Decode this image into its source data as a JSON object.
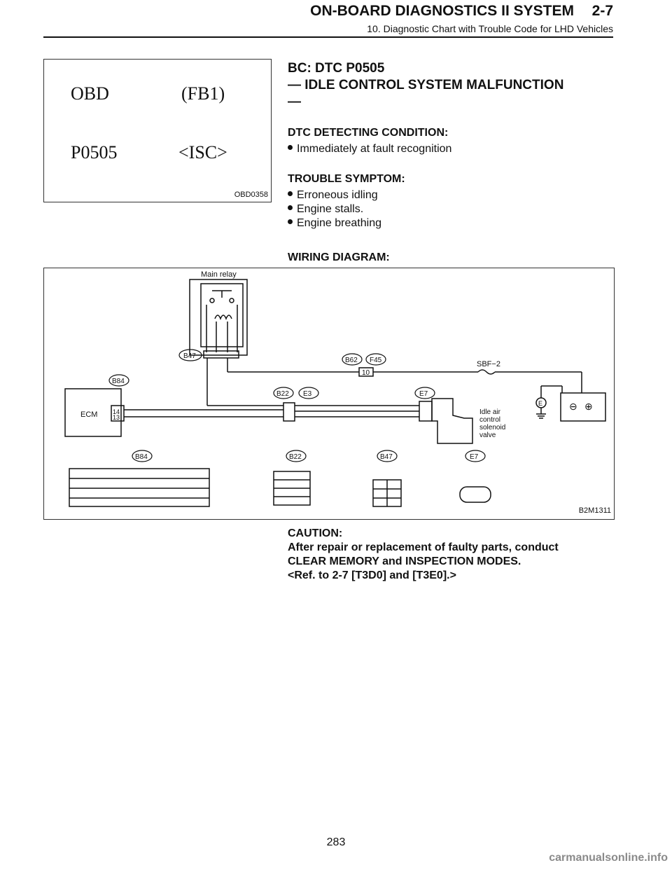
{
  "header": {
    "title": "ON-BOARD DIAGNOSTICS II SYSTEM",
    "section": "2-7",
    "subtitle": "10. Diagnostic Chart with Trouble Code for LHD Vehicles"
  },
  "display_box": {
    "line1_left": "OBD",
    "line1_right": "(FB1)",
    "line2_left": "P0505",
    "line2_right": "<ISC>",
    "ref": "OBD0358"
  },
  "heading": {
    "line1": "BC: DTC P0505",
    "line2": "— IDLE CONTROL SYSTEM MALFUNCTION",
    "line3": "—"
  },
  "detecting": {
    "title": "DTC DETECTING CONDITION:",
    "items": [
      "Immediately at fault recognition"
    ]
  },
  "symptom": {
    "title": "TROUBLE SYMPTOM:",
    "items": [
      "Erroneous idling",
      "Engine stalls.",
      "Engine breathing"
    ]
  },
  "wiring": {
    "title": "WIRING DIAGRAM:",
    "ref": "B2M1311",
    "labels": {
      "main_relay": "Main relay",
      "b47": "B47",
      "b62": "B62",
      "f45": "F45",
      "sbf": "SBF−2",
      "b84": "B84",
      "b22": "B22",
      "e3": "E3",
      "e7": "E7",
      "ecm": "ECM",
      "e": "E",
      "isc1": "Idle air",
      "isc2": "control",
      "isc3": "solenoid",
      "isc4": "valve",
      "pin10": "10",
      "pin14": "14",
      "pin13": "13"
    }
  },
  "caution": {
    "title": "CAUTION:",
    "line1": "After repair or replacement of faulty parts, conduct",
    "line2": "CLEAR MEMORY and INSPECTION MODES.",
    "line3": "<Ref. to 2-7 [T3D0] and [T3E0].>"
  },
  "page_number": "283",
  "watermark": "carmanualsonline.info"
}
